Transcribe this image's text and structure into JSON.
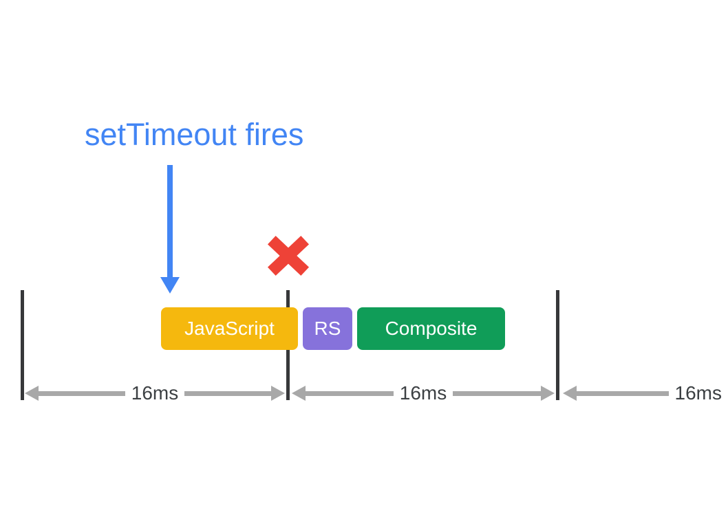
{
  "annotation": {
    "title": "setTimeout fires"
  },
  "blocks": [
    {
      "label": "JavaScript",
      "color": "#F5B80E"
    },
    {
      "label": "RS",
      "color": "#8672DB"
    },
    {
      "label": "Composite",
      "color": "#109D58"
    }
  ],
  "timeline": {
    "spans": [
      {
        "label": "16ms"
      },
      {
        "label": "16ms"
      },
      {
        "label": "16ms"
      }
    ]
  },
  "colors": {
    "accent_blue": "#4285F4",
    "error_red": "#EE4237",
    "tick_dark": "#37383A",
    "measure_gray": "#A8A8A8",
    "label_gray": "#3C4043"
  }
}
